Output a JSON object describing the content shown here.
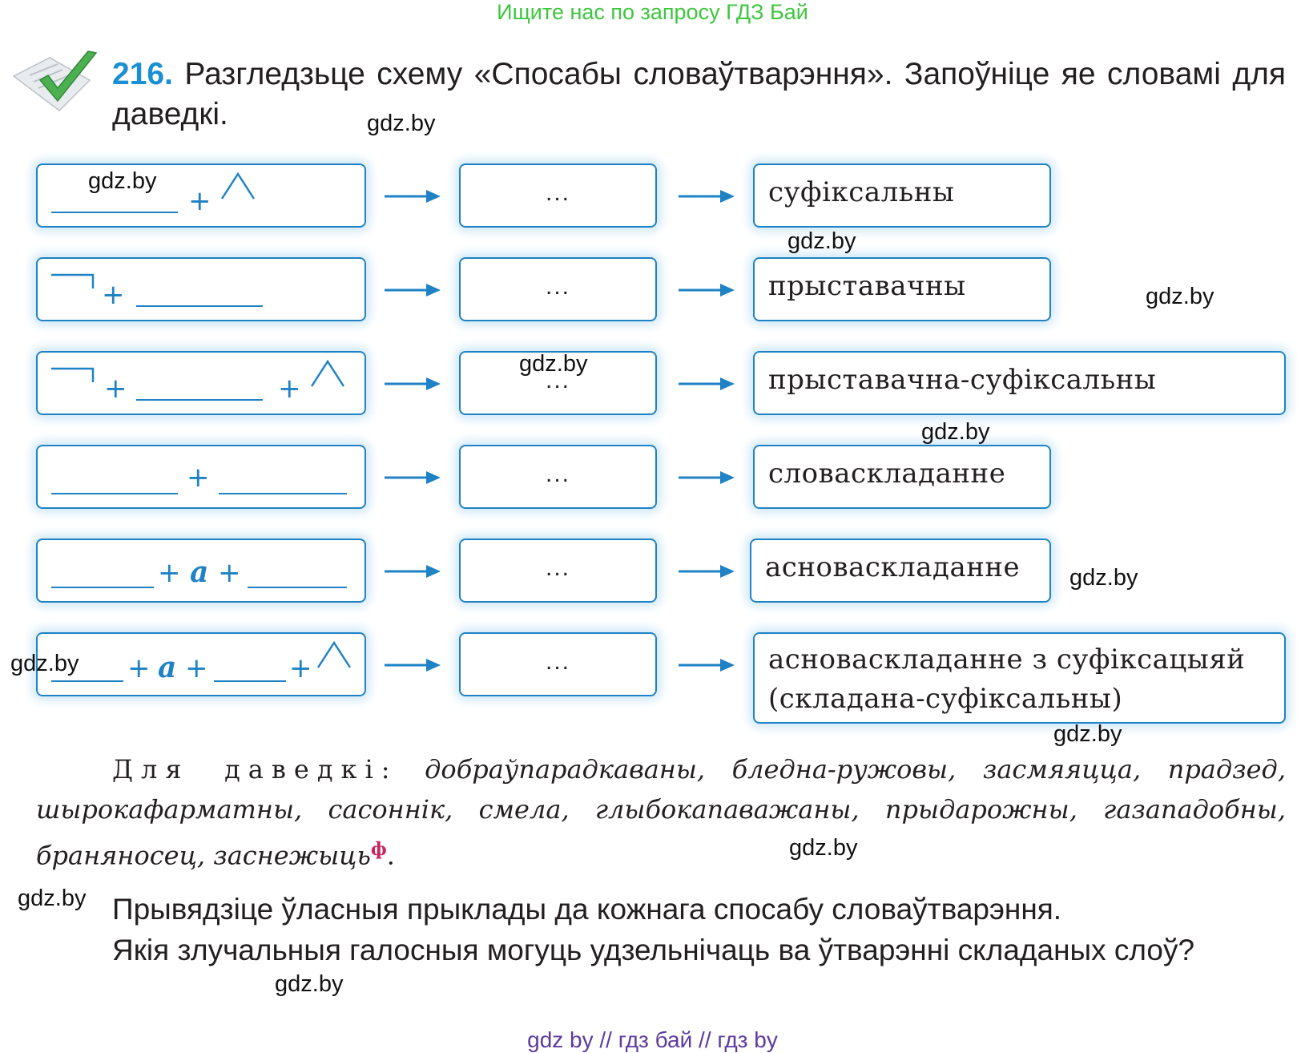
{
  "top_banner": "Ищите нас по запросу ГДЗ Бай",
  "exercise": {
    "number": "216.",
    "text": "Разгледзьце схему «Спосабы словаўтварэння». Запоўніце яе словамі для даведкі."
  },
  "scheme": {
    "dots_label": "...",
    "rows": [
      {
        "method": "суфіксальны",
        "parts": "______ + суфікс"
      },
      {
        "method": "прыставачны",
        "parts": "прыстаўка + ______"
      },
      {
        "method": "прыставачна-суфіксальны",
        "parts": "прыстаўка + ______ + суфікс"
      },
      {
        "method": "словаскладанне",
        "parts": "______ + ______"
      },
      {
        "method": "асноваскладанне",
        "parts": "______ + а + ______"
      },
      {
        "method_line1": "асноваскладанне з суфіксацыяй",
        "method_line2": "(складана-суфіксальны)",
        "parts": "____ + а + ____ + суфікс"
      }
    ],
    "plus_sign": "+",
    "vowel": "а"
  },
  "reference": {
    "label": "Для даведкі:",
    "words": "добраўпарадкаваны, бледна-ружовы, засмяяцца, прадзед, шырокафарматны, сасоннік, смела, глыбокапаважаны, прыдарожны, газападобны, браняносец, заснежыць",
    "mark": "ф",
    "end": "."
  },
  "task": {
    "p1": "Прывядзіце ўласныя прыклады да кожнага спосабу словаўтварэння.",
    "p2": "Якія злучальныя галосныя могуць удзельнічаць ва ўтварэнні складаных слоў?"
  },
  "watermark": "gdz.by",
  "bottom_banner": "gdz by  //  гдз бай  //  гдз by",
  "colors": {
    "accent_blue": "#1f82c4",
    "banner_green": "#3ec63e",
    "banner_purple": "#5c3b9e",
    "mark_red": "#c8245f"
  }
}
